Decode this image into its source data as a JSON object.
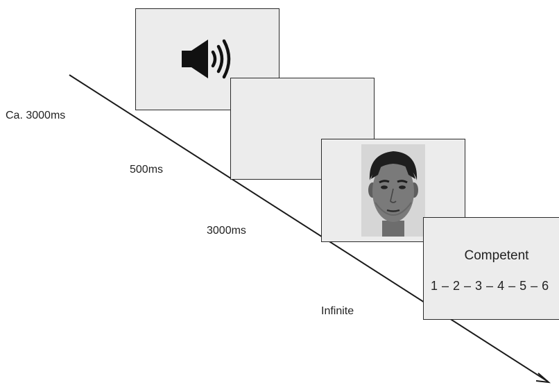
{
  "timeline": {
    "timings": [
      "Ca. 3000ms",
      "500ms",
      "3000ms",
      "Infinite"
    ]
  },
  "screens": {
    "sound_icon": "speaker-volume-icon",
    "face_photo": "face-stimulus-photo",
    "rating_word": "Competent",
    "rating_scale": "1 – 2 – 3 – 4 – 5 – 6"
  },
  "colors": {
    "panel_fill": "#ececec",
    "line": "#1a1a1a"
  }
}
